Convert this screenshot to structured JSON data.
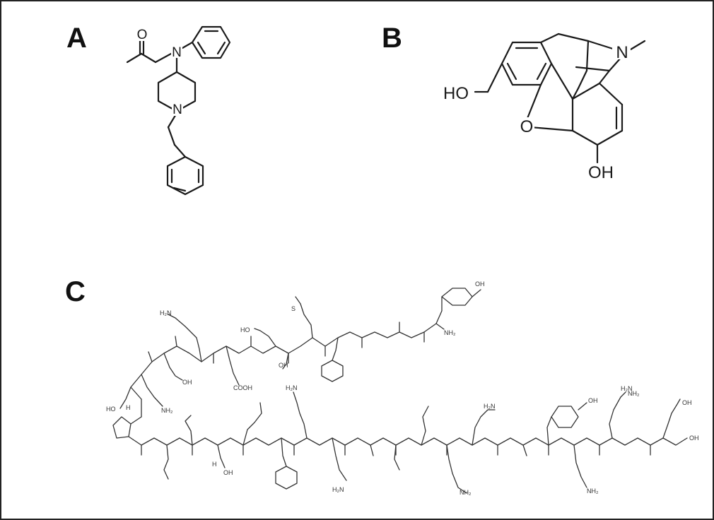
{
  "panels": {
    "a": {
      "label": "A",
      "atoms": {
        "o": "O",
        "n1": "N",
        "n2": "N"
      }
    },
    "b": {
      "label": "B",
      "atoms": {
        "n": "N",
        "ho": "HO",
        "o": "O",
        "oh": "OH"
      }
    },
    "c": {
      "label": "C",
      "atoms": {
        "oh_tyr1": "OH",
        "nh2_tyr1": "NH₂",
        "s_met": "S",
        "h2n_lys": "H₂N",
        "ho_ser": "HO",
        "oh_thr": "OH",
        "oh_ser2": "OH",
        "cooh_glu": "COOH",
        "nh2_gln": "NH₂",
        "ho_thr2": "HO",
        "h_thr2": "H",
        "oh_thr3": "OH",
        "h_thr3": "H",
        "h2n_lys2": "H₂N",
        "h2n_asn": "H₂N",
        "h2n_gln2": "H₂N",
        "oh_tyr2": "OH",
        "h2n_lys3": "H₂N",
        "oh_glu2": "OH",
        "oh_cterm": "OH",
        "nh2_lys4": "NH₂",
        "nh2_lys5": "NH₂",
        "nh2_lys6": "NH₂"
      }
    }
  }
}
